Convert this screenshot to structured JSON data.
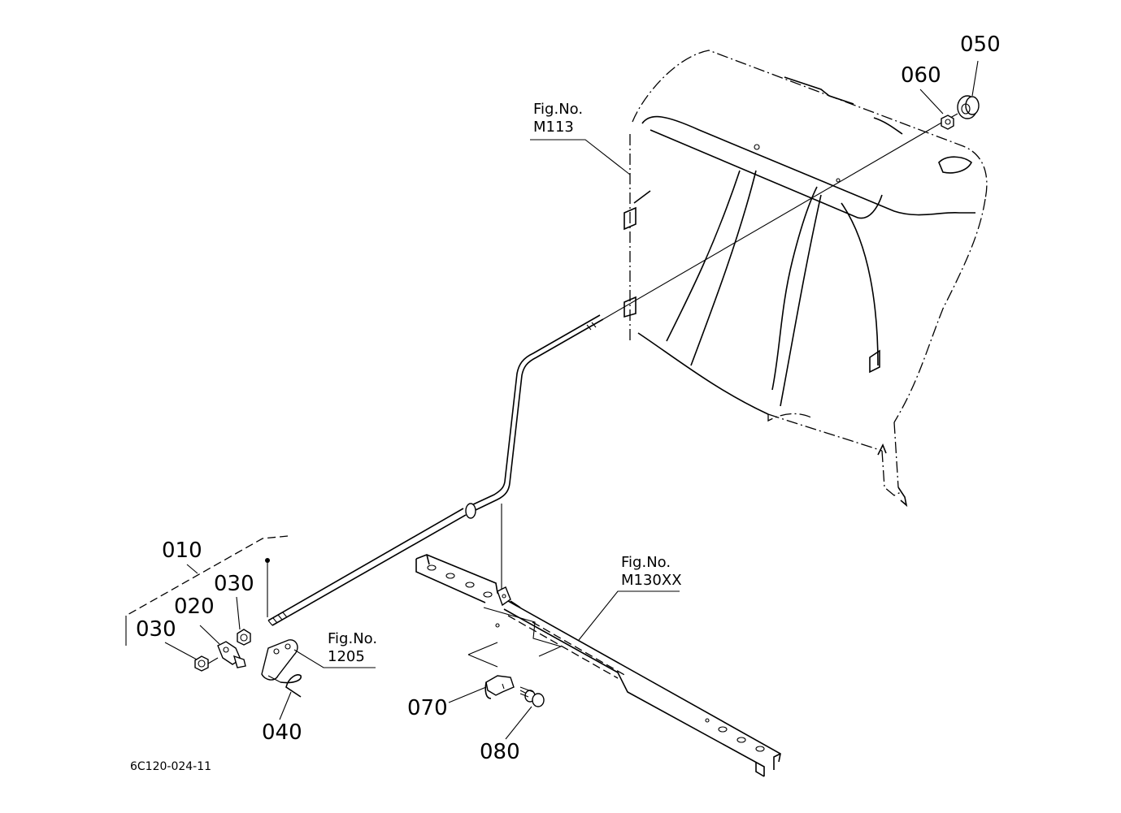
{
  "parts": [
    {
      "id": "010",
      "label": "010"
    },
    {
      "id": "020",
      "label": "020"
    },
    {
      "id": "030a",
      "label": "030"
    },
    {
      "id": "030b",
      "label": "030"
    },
    {
      "id": "040",
      "label": "040"
    },
    {
      "id": "050",
      "label": "050"
    },
    {
      "id": "060",
      "label": "060"
    },
    {
      "id": "070",
      "label": "070"
    },
    {
      "id": "080",
      "label": "080"
    }
  ],
  "figure_refs": [
    {
      "id": "m113",
      "line1": "Fig.No.",
      "line2": "M113"
    },
    {
      "id": "m130xx",
      "line1": "Fig.No.",
      "line2": "M130XX"
    },
    {
      "id": "1205",
      "line1": "Fig.No.",
      "line2": "1205"
    }
  ],
  "drawing_number": "6C120-024-11"
}
